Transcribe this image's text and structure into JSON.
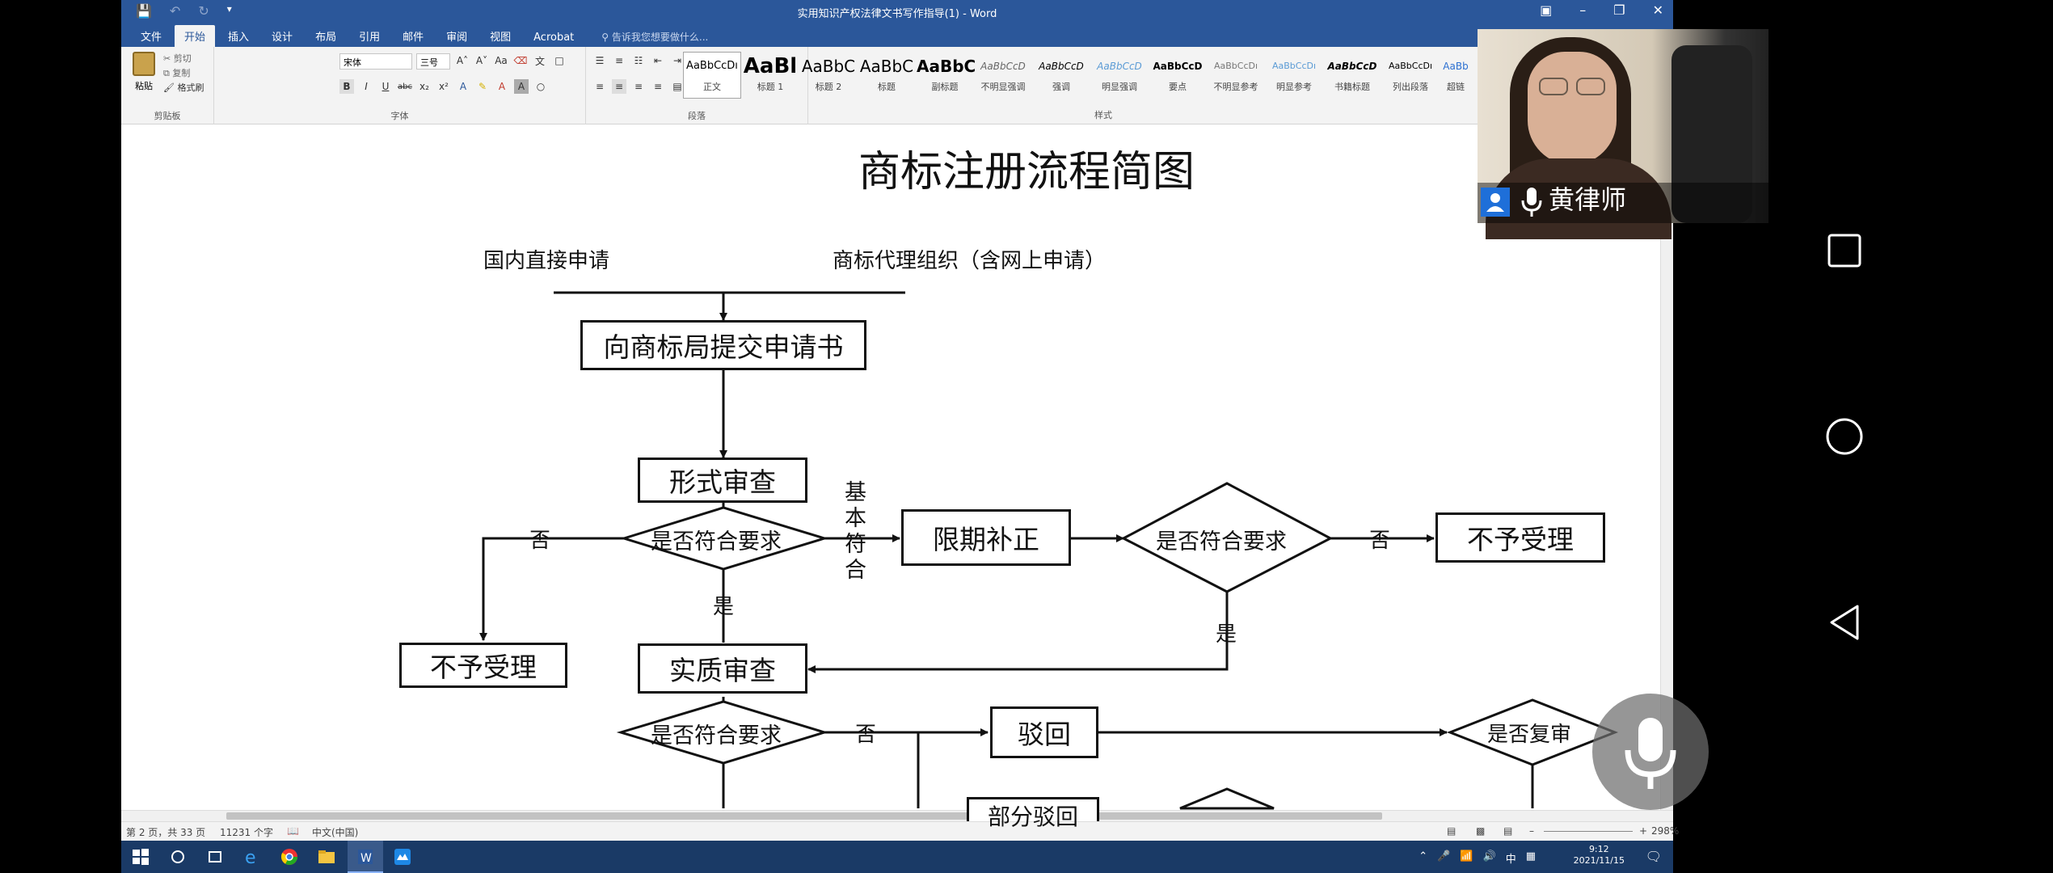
{
  "word": {
    "window_title": "实用知识产权法律文书写作指导(1) - Word",
    "tabs": [
      "文件",
      "开始",
      "插入",
      "设计",
      "布局",
      "引用",
      "邮件",
      "审阅",
      "视图",
      "Acrobat"
    ],
    "tell_me": "告诉我您想要做什么...",
    "clipboard": {
      "paste": "粘贴",
      "cut": "剪切",
      "copy": "复制",
      "format_painter": "格式刷",
      "label": "剪贴板"
    },
    "font": {
      "name": "宋体",
      "size": "三号",
      "label": "字体"
    },
    "paragraph_label": "段落",
    "styles_label": "样式",
    "styles": [
      {
        "preview": "AaBbCcDı",
        "name": "正文"
      },
      {
        "preview": "AaBl",
        "name": "标题 1"
      },
      {
        "preview": "AaBbC",
        "name": "标题 2"
      },
      {
        "preview": "AaBbC",
        "name": "标题"
      },
      {
        "preview": "AaBbC",
        "name": "副标题"
      },
      {
        "preview": "AaBbCcD",
        "name": "不明显强调"
      },
      {
        "preview": "AaBbCcD",
        "name": "强调"
      },
      {
        "preview": "AaBbCcD",
        "name": "明显强调"
      },
      {
        "preview": "AaBbCcD",
        "name": "要点"
      },
      {
        "preview": "AaBbCcDı",
        "name": "不明显参考"
      },
      {
        "preview": "AaBbCcDı",
        "name": "明显参考"
      },
      {
        "preview": "AaBbCcD",
        "name": "书籍标题"
      },
      {
        "preview": "AaBbCcDı",
        "name": "列出段落"
      },
      {
        "preview": "AaBb",
        "name": "超链"
      }
    ],
    "status": {
      "page": "第 2 页，共 33 页",
      "words": "11231 个字",
      "lang": "中文(中国)",
      "zoom": "298%"
    }
  },
  "flowchart": {
    "title": "商标注册流程简图",
    "source_left": "国内直接申请",
    "source_right": "商标代理组织（含网上申请）",
    "submit": "向商标局提交申请书",
    "formal_review": "形式审查",
    "meets_requirements": "是否符合要求",
    "basically_meets": "基本符合",
    "correction": "限期补正",
    "no": "否",
    "yes": "是",
    "reject_accept": "不予受理",
    "substantive_review": "实质审查",
    "dismiss": "驳回",
    "review_again": "是否复审",
    "partial_dismiss": "部分驳回"
  },
  "taskbar": {
    "time": "9:12",
    "date": "2021/11/15",
    "ime": "中"
  },
  "meeting": {
    "speaker_name": "黄律师"
  }
}
